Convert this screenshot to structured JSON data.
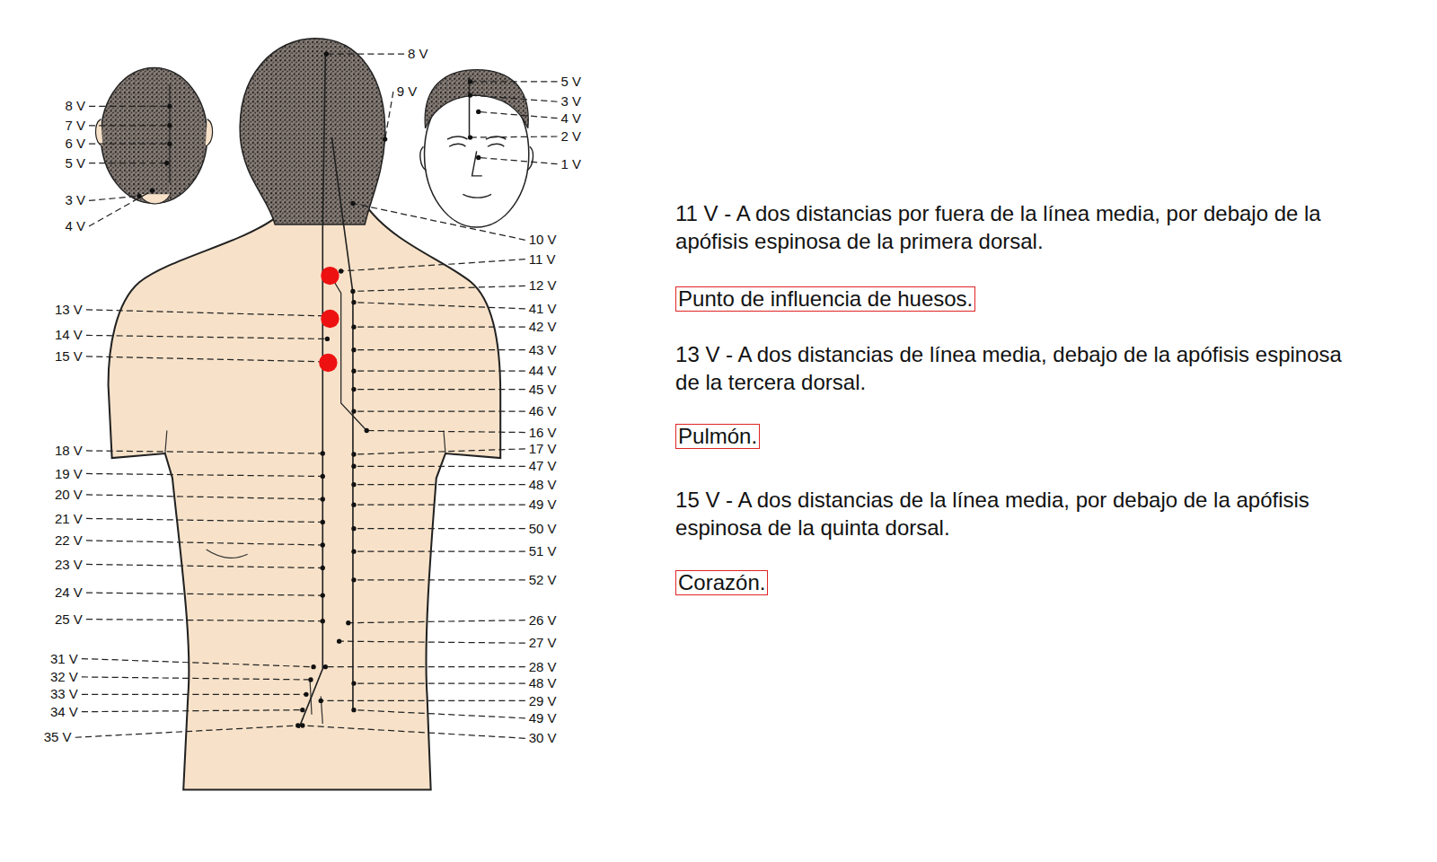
{
  "diagram": {
    "nodes": [
      {
        "text": [
          "Punto de influencia de huesos."
        ]
      },
      {
        "text": [
          "Pulmón."
        ]
      },
      {
        "text": [
          "Corazón."
        ]
      }
    ],
    "labels": [
      "8 V",
      "7 V",
      "6 V",
      "5 V",
      "3 V",
      "4 V",
      "8 V",
      "9 V",
      "5 V",
      "3 V",
      "4 V",
      "2 V",
      "1 V",
      "10 V",
      "11 V",
      "12 V",
      "41 V",
      "42 V",
      "43 V",
      "44 V",
      "45 V",
      "46 V",
      "16 V",
      "17 V",
      "47 V",
      "48 V",
      "49 V",
      "50 V",
      "51 V",
      "52 V",
      "26 V",
      "27 V",
      "28 V",
      "48 V",
      "29 V",
      "49 V",
      "30 V",
      "13 V",
      "14 V",
      "15 V",
      "18 V",
      "19 V",
      "20 V",
      "21 V",
      "22 V",
      "23 V",
      "24 V",
      "25 V",
      "31 V",
      "32 V",
      "33 V",
      "34 V",
      "35 V",
      "11 V - A dos distancias por fuera de la línea media, por debajo de la apófisis espinosa de la primera dorsal.",
      "13 V - A dos distancias de línea media, debajo de la apófisis espinosa de la tercera dorsal.",
      "15 V - A dos distancias de la línea media, por debajo de la apófisis espinosa de la quinta dorsal."
    ]
  }
}
